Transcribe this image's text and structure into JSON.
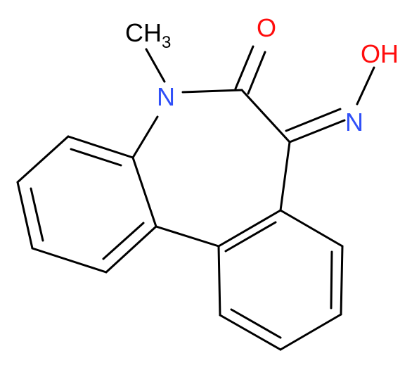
{
  "molecule": {
    "atoms": {
      "methyl": {
        "label": "CH",
        "subscript": "3",
        "color": "#000000"
      },
      "nitrogen_ring": {
        "label": "N",
        "color": "#3050F8"
      },
      "oxygen_carbonyl": {
        "label": "O",
        "color": "#FF0D0D"
      },
      "nitrogen_oxime": {
        "label": "N",
        "color": "#3050F8"
      },
      "hydroxyl": {
        "label": "OH",
        "color": "#FF0D0D"
      }
    },
    "bond_color": "#000000"
  }
}
